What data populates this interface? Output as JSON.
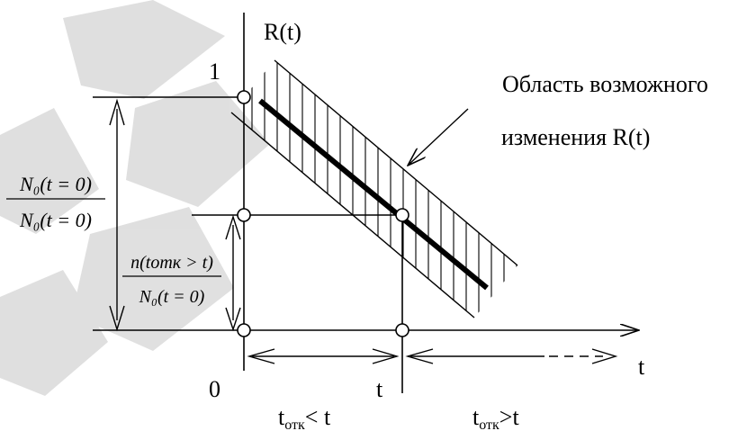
{
  "diagram": {
    "axis_y_label": "R(t)",
    "axis_x_label": "t",
    "origin_label": "0",
    "y_one_label": "1",
    "t_marker_label": "t",
    "region_label_line1": "Область возможного",
    "region_label_line2": "изменения R(t)",
    "left_fraction": {
      "numerator": "N₀(t = 0)",
      "denominator": "N₀(t = 0)"
    },
    "mid_fraction": {
      "numerator": "n(tотк > t)",
      "denominator": "N₀(t = 0)"
    },
    "bottom_left_label": {
      "base": "t",
      "sub": "отк",
      "rel": "< t"
    },
    "bottom_right_label": {
      "base": "t",
      "sub": "отк",
      "rel": ">t"
    }
  },
  "colors": {
    "ink": "#000000",
    "background": "#ffffff",
    "watermark": "#9a9a9a"
  },
  "watermark": {
    "type": "gray diagonal stamp in upper-left"
  }
}
